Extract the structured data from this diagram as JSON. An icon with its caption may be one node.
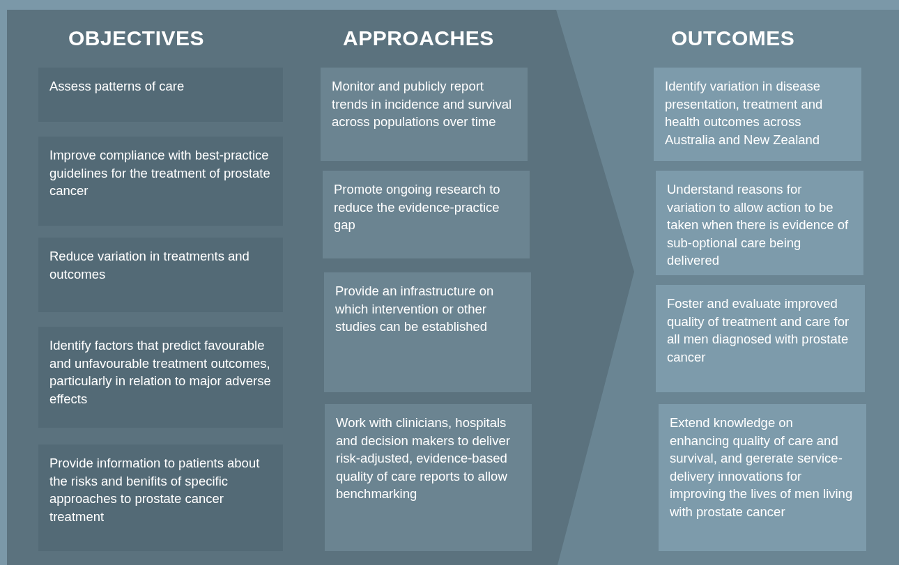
{
  "diagram": {
    "nodes": [
      {
        "text": [
          "Assess patterns of care"
        ]
      },
      {
        "text": [
          "Improve compliance with best-practice guidelines for the treatment of prostate cancer"
        ]
      },
      {
        "text": [
          "Reduce variation in treatments and outcomes"
        ]
      },
      {
        "text": [
          "Identify factors that predict favourable and unfavourable treatment outcomes, particularly in relation to major adverse effects"
        ]
      },
      {
        "text": [
          "Provide information to patients about the risks and benifits of specific approaches to prostate cancer treatment"
        ]
      },
      {
        "text": [
          "Monitor and publicly report trends in incidence and survival across populations over time"
        ]
      },
      {
        "text": [
          "Promote ongoing research to reduce the evidence-practice gap"
        ]
      },
      {
        "text": [
          "Provide an infrastructure on which intervention or other studies can be established"
        ]
      },
      {
        "text": [
          "Work with clinicians, hospitals and decision makers to deliver risk-adjusted, evidence-based quality of care reports to allow benchmarking"
        ]
      },
      {
        "text": [
          "Identify variation in disease presentation, treatment and health outcomes across Australia and New Zealand"
        ]
      },
      {
        "text": [
          "Understand reasons for variation to allow action to be taken when there is evidence of sub-optional care being delivered"
        ]
      },
      {
        "text": [
          "Foster and evaluate improved quality of treatment and care for all men diagnosed with prostate cancer"
        ]
      },
      {
        "text": [
          "Extend knowledge on enhancing quality of care and survival, and gererate service-delivery innovations for improving the lives of men living with prostate cancer"
        ]
      }
    ],
    "labels": [
      "OBJECTIVES",
      "APPROACHES",
      "OUTCOMES"
    ]
  }
}
